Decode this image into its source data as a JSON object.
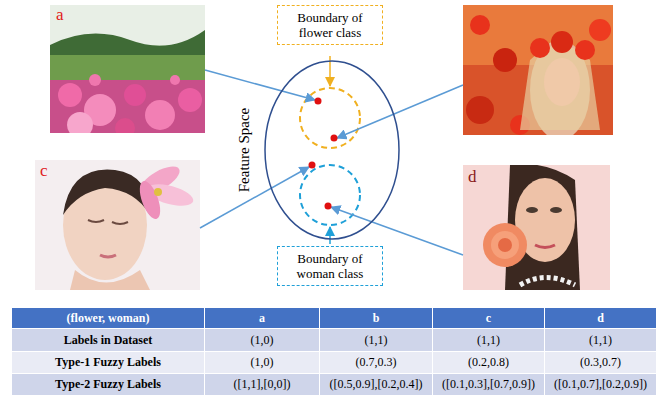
{
  "diagram": {
    "nodes": [
      {
        "text": [
          "Feature Space"
        ]
      },
      {
        "text": [
          "Boundary of flower class"
        ]
      },
      {
        "text": [
          "Boundary of woman class"
        ]
      }
    ],
    "labels": [
      "a",
      "c",
      "d",
      "(flower, woman)",
      "a",
      "b",
      "c",
      "d",
      "Labels in Dataset",
      "(1,0)",
      "(1,1)",
      "(1,1)",
      "(1,1)",
      "Type-1 Fuzzy Labels",
      "(1,0)",
      "(0.7,0.3)",
      "(0.2,0.8)",
      "(0.3,0.7)",
      "Type-2 Fuzzy Labels",
      "([1,1],[0,0])",
      "([0.5,0.9],[0.2,0.4])",
      "([0.1,0.3],[0.7,0.9])",
      "([0.1,0.7],[0.2,0.9])"
    ]
  }
}
